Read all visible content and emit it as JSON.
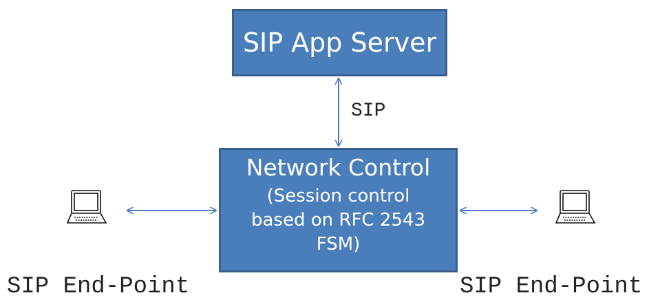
{
  "colors": {
    "box_fill": "#4a7ebb",
    "box_border": "#3a5f8f",
    "arrow": "#4a7ebb",
    "text": "#222222"
  },
  "app_server": {
    "title": "SIP App Server"
  },
  "protocol_label": "SIP",
  "network_control": {
    "title": "Network Control",
    "subtitle_lines": [
      "(Session control",
      "based on RFC 2543",
      "FSM)"
    ]
  },
  "endpoints": {
    "left_label": "SIP End-Point",
    "right_label": "SIP End-Point",
    "icon": "laptop-icon"
  }
}
